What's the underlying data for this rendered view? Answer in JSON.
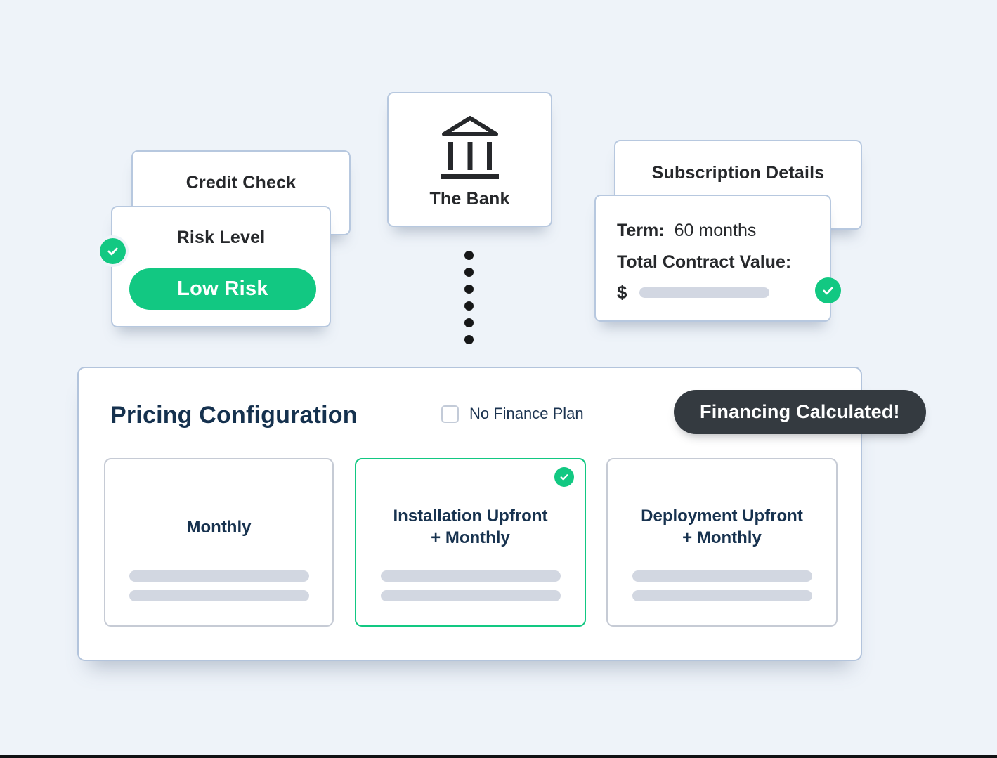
{
  "colors": {
    "background": "#eef3f9",
    "accent_green": "#12c882",
    "badge_dark": "#343a40",
    "heading_navy": "#15314e",
    "ink": "#26282b",
    "placeholder_gray": "#d2d7e1",
    "card_border_blue": "#b7c8df",
    "card_border_gray": "#c6cbd5"
  },
  "credit_check_card": {
    "title": "Credit Check"
  },
  "risk_card": {
    "title": "Risk Level",
    "level_badge": "Low Risk"
  },
  "bank_card": {
    "title": "The Bank"
  },
  "subscription_card": {
    "title": "Subscription Details"
  },
  "term_card": {
    "term_label": "Term:",
    "term_value": "60 months",
    "total_label": "Total Contract Value:",
    "currency_symbol": "$"
  },
  "pricing_panel": {
    "title": "Pricing Configuration",
    "no_finance_checkbox": {
      "label": "No Finance Plan",
      "checked": false
    },
    "status_badge": "Financing Calculated!",
    "plans": [
      {
        "lines": [
          "Monthly",
          ""
        ],
        "selected": false
      },
      {
        "lines": [
          "Installation Upfront",
          "+ Monthly"
        ],
        "selected": true
      },
      {
        "lines": [
          "Deployment Upfront",
          "+ Monthly"
        ],
        "selected": false
      }
    ]
  }
}
